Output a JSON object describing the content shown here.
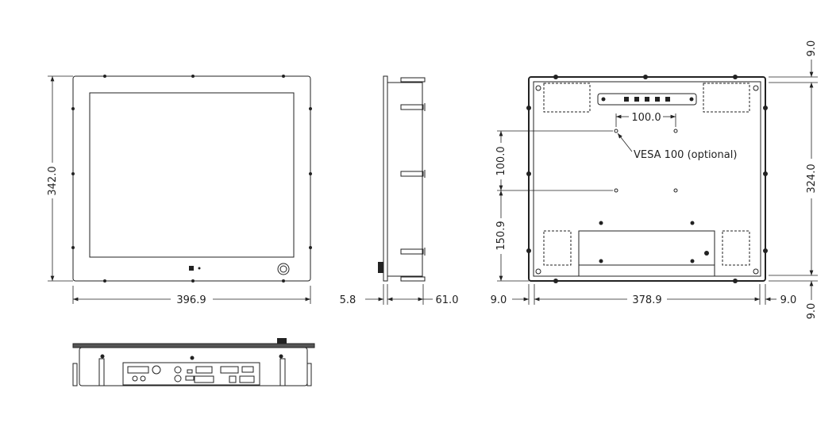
{
  "front_view": {
    "height_dim": "342.0",
    "width_dim": "396.9"
  },
  "side_view": {
    "bezel_depth_dim": "5.8",
    "depth_dim": "61.0"
  },
  "rear_view": {
    "vesa_h_dim": "100.0",
    "vesa_v_dim": "100.0",
    "vesa_bottom_dim": "150.9",
    "vesa_callout": "VESA 100 (optional)",
    "inner_width_dim": "378.9",
    "left_margin_dim": "9.0",
    "right_margin_dim": "9.0",
    "inner_height_dim": "324.0",
    "top_margin_dim": "9.0",
    "bottom_margin_dim": "9.0"
  }
}
